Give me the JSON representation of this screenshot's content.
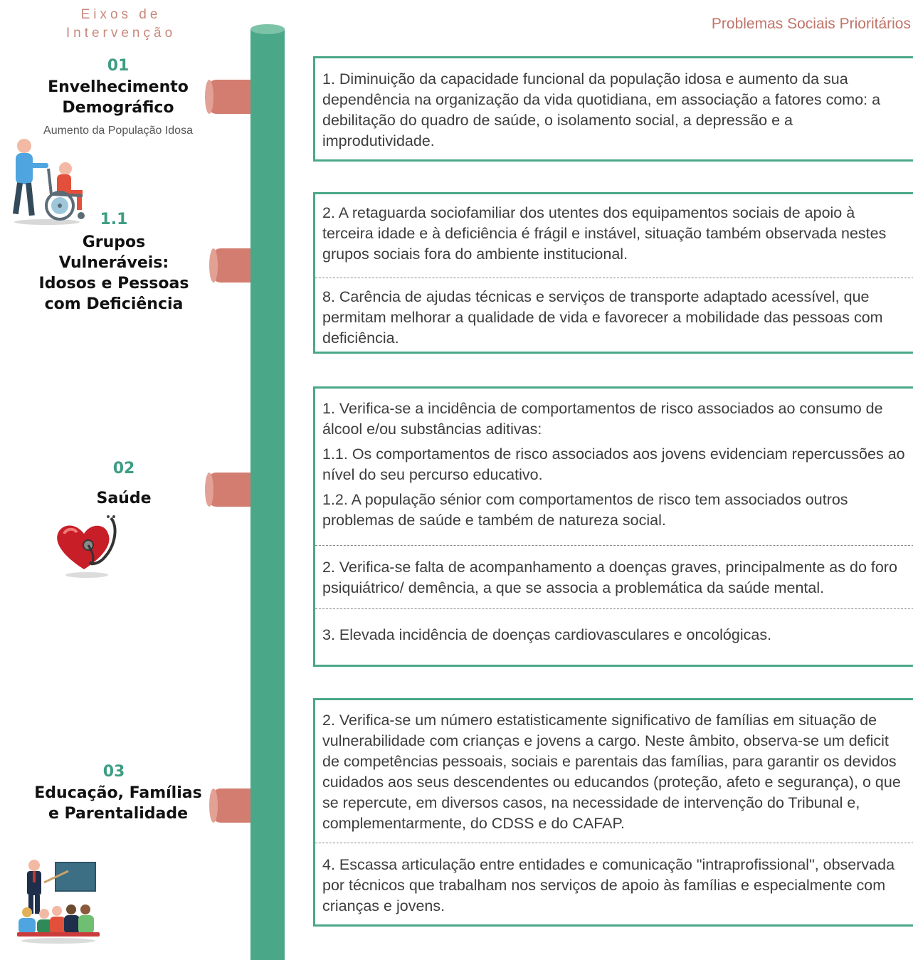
{
  "headers": {
    "axes": "Eixos de Intervenção",
    "problems": "Problemas Sociais Prioritários"
  },
  "axes": [
    {
      "number": "01",
      "title": "Envelhecimento Demográfico",
      "subtitle": "Aumento da População Idosa",
      "icon": "elderly-wheelchair-icon"
    },
    {
      "number": "1.1",
      "title": "Grupos Vulneráveis: Idosos e Pessoas com Deficiência"
    },
    {
      "number": "02",
      "title": "Saúde",
      "icon": "heart-stethoscope-icon"
    },
    {
      "number": "03",
      "title": "Educação, Famílias e Parentalidade",
      "icon": "teacher-classroom-icon"
    }
  ],
  "problems": [
    {
      "items": [
        "1. Diminuição da capacidade funcional da população idosa e aumento da sua dependência na organização da vida quotidiana, em associação a fatores como: a debilitação do quadro de saúde, o isolamento social, a depressão e a improdutividade."
      ]
    },
    {
      "items": [
        "2. A retaguarda sociofamiliar dos utentes dos equipamentos sociais de apoio à terceira idade e à deficiência é frágil e instável, situação também observada nestes grupos sociais fora do ambiente institucional.",
        "8. Carência de ajudas técnicas e serviços de transporte adaptado acessível, que permitam melhorar a qualidade de vida e favorecer a mobilidade das pessoas com deficiência."
      ]
    },
    {
      "items": [
        "1. Verifica-se a incidência de comportamentos de risco associados ao consumo de álcool e/ou substâncias aditivas:",
        "1.1. Os comportamentos de risco associados aos jovens evidenciam repercussões ao nível do seu percurso educativo.",
        "1.2. A população sénior com comportamentos de risco tem associados outros problemas de saúde e também de natureza social.",
        "2. Verifica-se falta de acompanhamento a doenças graves, principalmente as do foro psiquiátrico/ demência, a que se associa a problemática da saúde mental.",
        "3. Elevada incidência de doenças cardiovasculares e oncológicas."
      ]
    },
    {
      "items": [
        "2. Verifica-se um número estatisticamente significativo de famílias em situação de vulnerabilidade com crianças e jovens a cargo. Neste âmbito, observa-se um deficit de competências pessoais, sociais e parentais das famílias, para garantir os devidos cuidados aos seus descendentes ou educandos (proteção, afeto e segurança), o que se repercute, em diversos casos, na necessidade de intervenção do Tribunal e, complementarmente, do CDSS e do CAFAP.",
        "4. Escassa articulação entre entidades e comunicação \"intraprofissional\", observada por técnicos que trabalham nos serviços de apoio às famílias e especialmente com crianças e jovens."
      ]
    }
  ],
  "colors": {
    "trunk": "#4aa888",
    "branch": "#d27d70",
    "accent_text": "#c0756a",
    "number": "#3e9d83"
  }
}
